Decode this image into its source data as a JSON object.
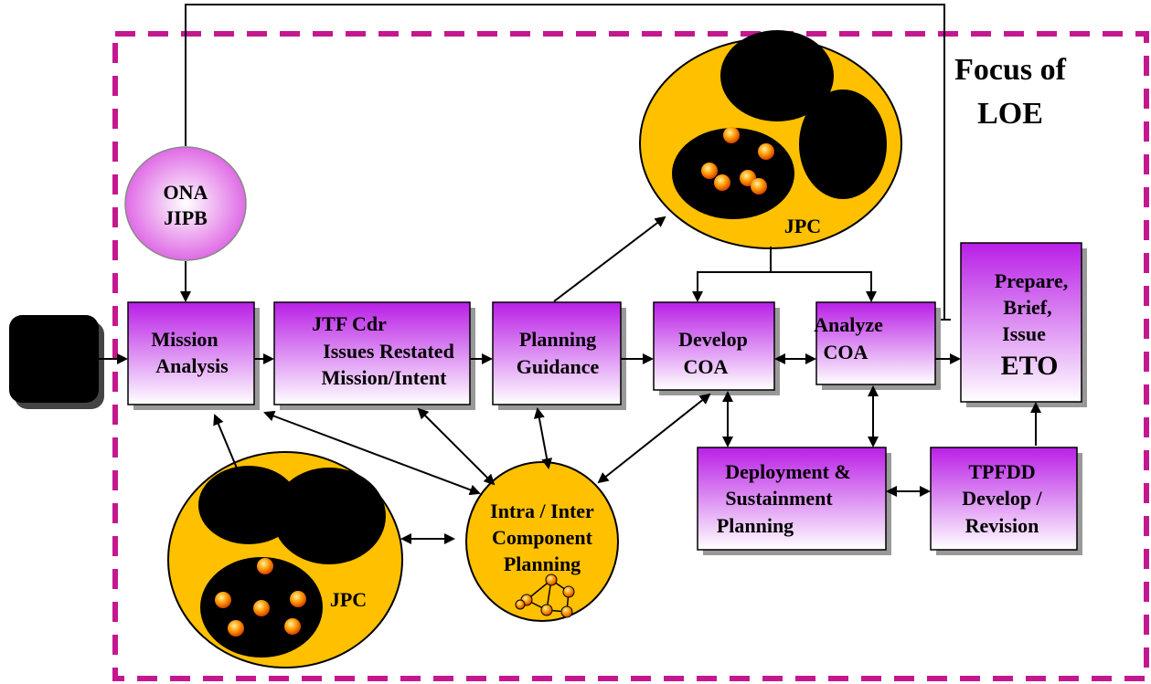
{
  "focus": {
    "line1": "Focus of",
    "line2": "LOE"
  },
  "ona": {
    "line1": "ONA",
    "line2": "JIPB"
  },
  "boxes": {
    "mission": [
      "Mission",
      "Analysis"
    ],
    "jtf": [
      "JTF Cdr",
      "Issues Restated",
      "Mission/Intent"
    ],
    "planning_guidance": [
      "Planning",
      "Guidance"
    ],
    "develop_coa": [
      "Develop",
      "COA"
    ],
    "analyze_coa": [
      "Analyze",
      "COA"
    ],
    "prepare": [
      "Prepare,",
      "Brief,",
      "Issue",
      "ETO"
    ],
    "deployment": [
      "Deployment &",
      "Sustainment",
      "Planning"
    ],
    "tpfdd": [
      "TPFDD",
      "Develop /",
      "Revision"
    ]
  },
  "intra": [
    "Intra / Inter",
    "Component",
    "Planning"
  ],
  "jpc_top": "JPC",
  "jpc_bottom": "JPC",
  "colors": {
    "dash_border": "#c4188f",
    "box_top": "#b91fe6",
    "box_bottom": "#ffffff",
    "gold": "#ffc000",
    "ona_fill": "#e066e6"
  }
}
